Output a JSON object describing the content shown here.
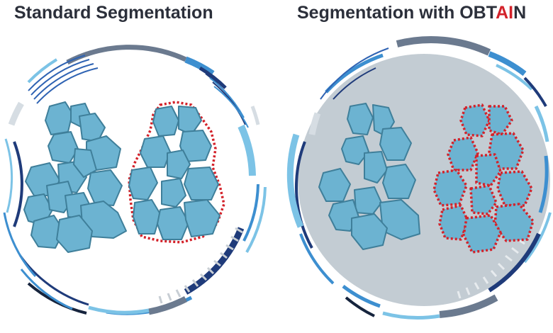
{
  "panels": {
    "left": {
      "title": "Standard Segmentation"
    },
    "right": {
      "title_prefix": "Segmentation with ",
      "brand_pre": "OBT",
      "brand_accent": "AI",
      "brand_post": "N"
    }
  },
  "colors": {
    "cell_fill": "#6cb3d1",
    "cell_stroke": "#3f7f9a",
    "segmentation_outline": "#d3222a",
    "highlight_background": "#c3ccd3",
    "ring_navy": "#1f3b7a",
    "ring_blue": "#3d8fd0",
    "ring_light": "#7cc3e6",
    "ring_gray": "#6b7a8f",
    "ring_pale": "#d6dde3",
    "title_text": "#2b2f3a"
  }
}
